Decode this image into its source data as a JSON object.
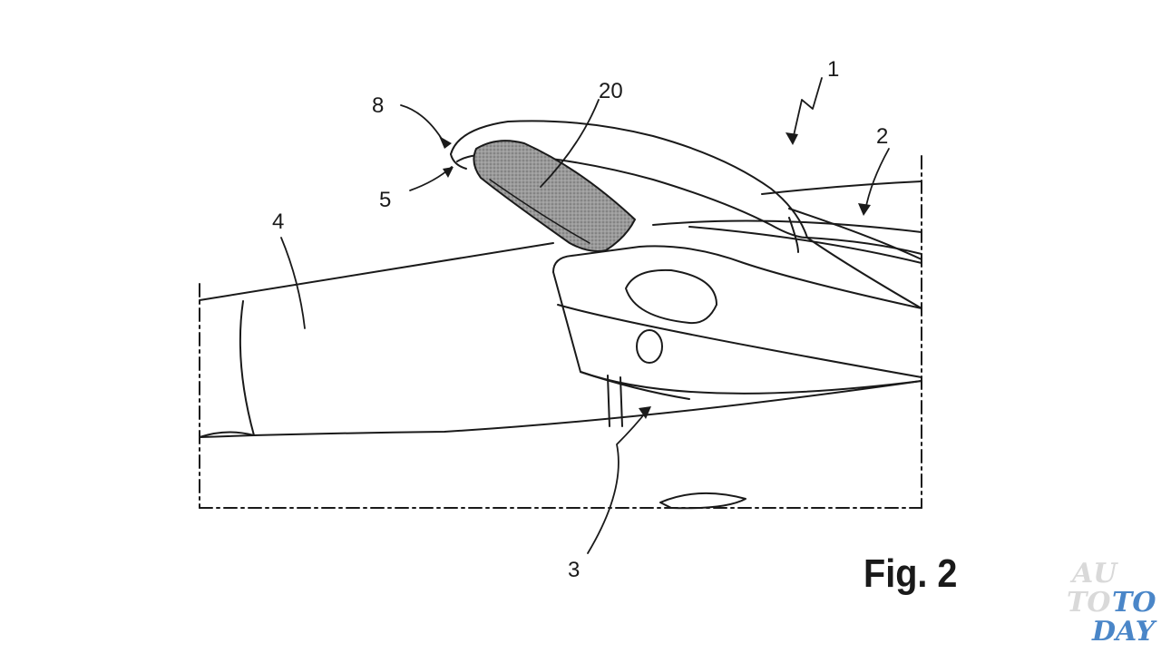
{
  "figure": {
    "caption": "Fig. 2",
    "labels": {
      "ref_1": "1",
      "ref_2": "2",
      "ref_3": "3",
      "ref_4": "4",
      "ref_5": "5",
      "ref_8": "8",
      "ref_20": "20"
    },
    "colors": {
      "line": "#1a1a1a",
      "airbag_fill": "#8c8c8c",
      "background": "#ffffff"
    }
  },
  "watermark": {
    "line1": "AU",
    "line2a": "TO",
    "line2b": "TO",
    "line3": "DAY",
    "colors": {
      "light": "#d9d9d9",
      "accent": "#4a86c8"
    }
  }
}
